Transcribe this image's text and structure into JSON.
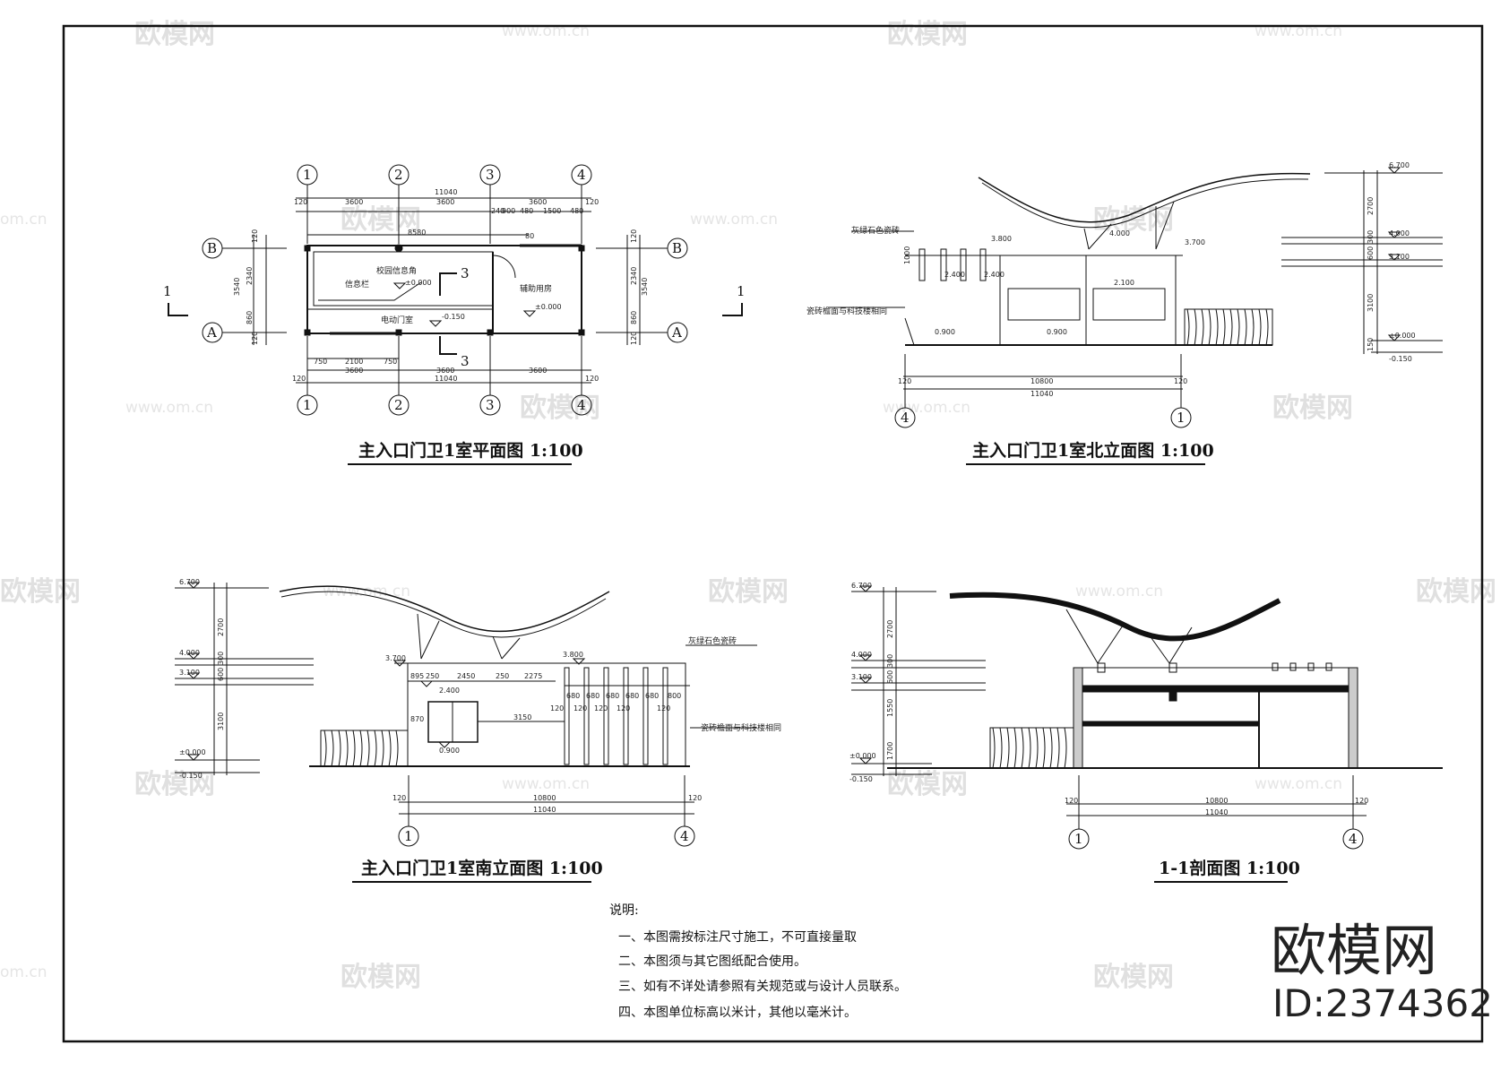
{
  "drawings": {
    "plan": {
      "title": "主入口门卫1室平面图 1:100",
      "axes_top": [
        "1",
        "2",
        "3",
        "4"
      ],
      "axes_side": [
        "B",
        "A"
      ],
      "section_mark": "1",
      "section_mark_v": "3",
      "rooms": [
        "校园信息角",
        "辅助用房",
        "电动门室"
      ],
      "label_rail": "信息栏",
      "levels": [
        "±0.000",
        "±0.000",
        "-0.150"
      ],
      "dims_top": [
        "120",
        "3600",
        "3600",
        "3600",
        "120",
        "11040",
        "240",
        "900",
        "480",
        "1500",
        "480",
        "8580",
        "80"
      ],
      "dims_bottom": [
        "750",
        "2100",
        "750",
        "3600",
        "3600",
        "3600",
        "120",
        "11040",
        "120"
      ],
      "dims_side": [
        "120",
        "2340",
        "3540",
        "860",
        "120"
      ]
    },
    "north": {
      "title": "主入口门卫1室北立面图 1:100",
      "callouts": [
        "灰绿石色瓷砖",
        "瓷砖檐面与科技楼相同"
      ],
      "levels": [
        "3.800",
        "4.000",
        "3.700",
        "2.400",
        "2.400",
        "2.100",
        "0.900",
        "0.900",
        "6.700",
        "4.000",
        "3.100",
        "±0.000",
        "-0.150"
      ],
      "dims": [
        "1000",
        "10800",
        "11040",
        "120",
        "120",
        "2700",
        "600",
        "300",
        "3100",
        "150"
      ],
      "axes": [
        "4",
        "1"
      ]
    },
    "south": {
      "title": "主入口门卫1室南立面图 1:100",
      "callouts": [
        "灰绿石色瓷砖",
        "瓷砖檐面与科技楼相同"
      ],
      "levels": [
        "6.700",
        "4.000",
        "3.100",
        "±0.000",
        "-0.150",
        "3.700",
        "3.800",
        "2.400",
        "0.900"
      ],
      "dims": [
        "2700",
        "600",
        "300",
        "3100",
        "895",
        "250",
        "2450",
        "250",
        "2275",
        "870",
        "3150",
        "680",
        "680",
        "680",
        "680",
        "680",
        "800",
        "120",
        "120",
        "120",
        "120",
        "120",
        "10800",
        "11040",
        "120",
        "120"
      ],
      "axes": [
        "1",
        "4"
      ]
    },
    "section": {
      "title": "1-1剖面图 1:100",
      "levels": [
        "6.700",
        "4.000",
        "3.100",
        "±0.000",
        "-0.150"
      ],
      "dims": [
        "2700",
        "600",
        "300",
        "1550",
        "1700",
        "10800",
        "11040",
        "120",
        "120"
      ],
      "axes": [
        "1",
        "4"
      ]
    }
  },
  "notes": {
    "heading": "说明:",
    "items": [
      "一、本图需按标注尺寸施工，不可直接量取",
      "二、本图须与其它图纸配合使用。",
      "三、如有不详处请参照有关规范或与设计人员联系。",
      "四、本图单位标高以米计，其他以毫米计。"
    ]
  },
  "watermark": {
    "brand": "欧模网",
    "url": "www.om.cn",
    "url_short": "om.cn",
    "id": "ID:2374362"
  }
}
